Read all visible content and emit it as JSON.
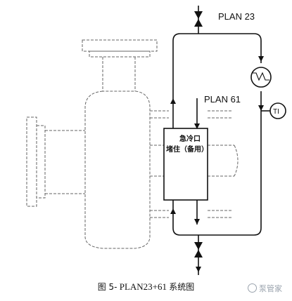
{
  "labels": {
    "plan23": "PLAN 23",
    "plan61": "PLAN 61",
    "ti": "TI",
    "quench_port": "急冷口",
    "plug_spare": "堵住（备用）"
  },
  "caption": {
    "figure_no": "图 5-",
    "plan": "PLAN23+61",
    "system": "系统图"
  },
  "watermark": {
    "text": "泵管家"
  },
  "colors": {
    "line": "#111111",
    "pump_outline": "#666666"
  }
}
